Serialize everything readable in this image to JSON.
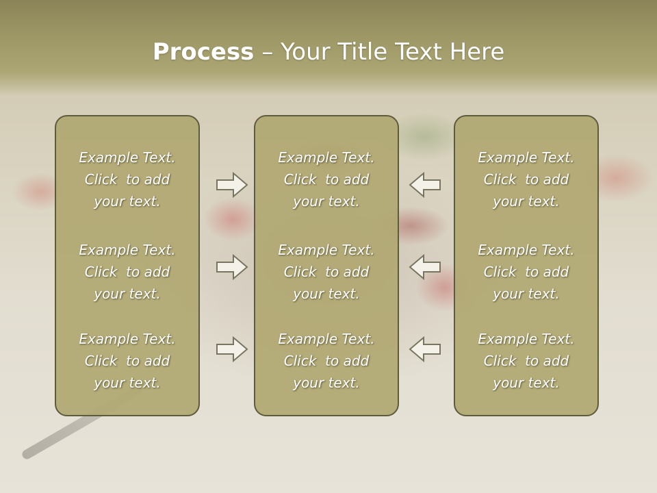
{
  "slide": {
    "title_bold": "Process",
    "title_rest": " – Your Title Text Here"
  },
  "panels": [
    {
      "items": [
        {
          "line1": "Example Text.",
          "line2": "Click  to add",
          "line3": "your text."
        },
        {
          "line1": "Example Text.",
          "line2": "Click  to add",
          "line3": "your text."
        },
        {
          "line1": "Example Text.",
          "line2": "Click  to add",
          "line3": "your text."
        }
      ]
    },
    {
      "items": [
        {
          "line1": "Example Text.",
          "line2": "Click  to add",
          "line3": "your text."
        },
        {
          "line1": "Example Text.",
          "line2": "Click  to add",
          "line3": "your text."
        },
        {
          "line1": "Example Text.",
          "line2": "Click  to add",
          "line3": "your text."
        }
      ]
    },
    {
      "items": [
        {
          "line1": "Example Text.",
          "line2": "Click  to add",
          "line3": "your text."
        },
        {
          "line1": "Example Text.",
          "line2": "Click  to add",
          "line3": "your text."
        },
        {
          "line1": "Example Text.",
          "line2": "Click  to add",
          "line3": "your text."
        }
      ]
    }
  ],
  "arrows": {
    "left_column_icon": "arrow-right-icon",
    "right_column_icon": "arrow-left-icon"
  },
  "colors": {
    "header": "#9e9867",
    "panel_fill": "#b0a872",
    "panel_border": "#5e5a3e",
    "text": "#ffffff"
  }
}
